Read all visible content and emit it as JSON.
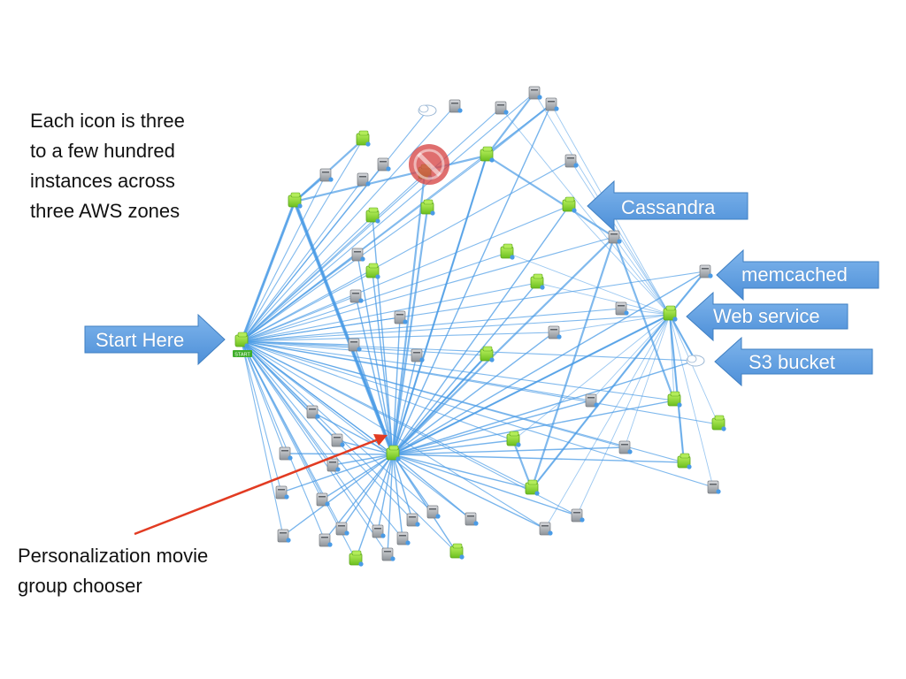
{
  "notes": {
    "icon_scale": "Each icon is three\nto a few hundred\ninstances across\nthree AWS zones",
    "personalization": "Personalization movie\ngroup chooser"
  },
  "arrows": {
    "start": "Start Here",
    "cassandra": "Cassandra",
    "memcached": "memcached",
    "web_service": "Web service",
    "s3": "S3 bucket"
  },
  "badge": "START",
  "colors": {
    "edge": "#4a9be6",
    "callout_fill": "#5b9bdf",
    "callout_stroke": "#3f7fc2",
    "service": "#8fd63a",
    "data": "#9aa0a6",
    "pointer": "#e23b22",
    "blocked": "#d64545"
  },
  "icons": {
    "service": "green-service-cube-icon",
    "data_store": "gray-server-icon",
    "bucket": "cloud-bucket-icon",
    "blocked": "no-entry-icon"
  }
}
